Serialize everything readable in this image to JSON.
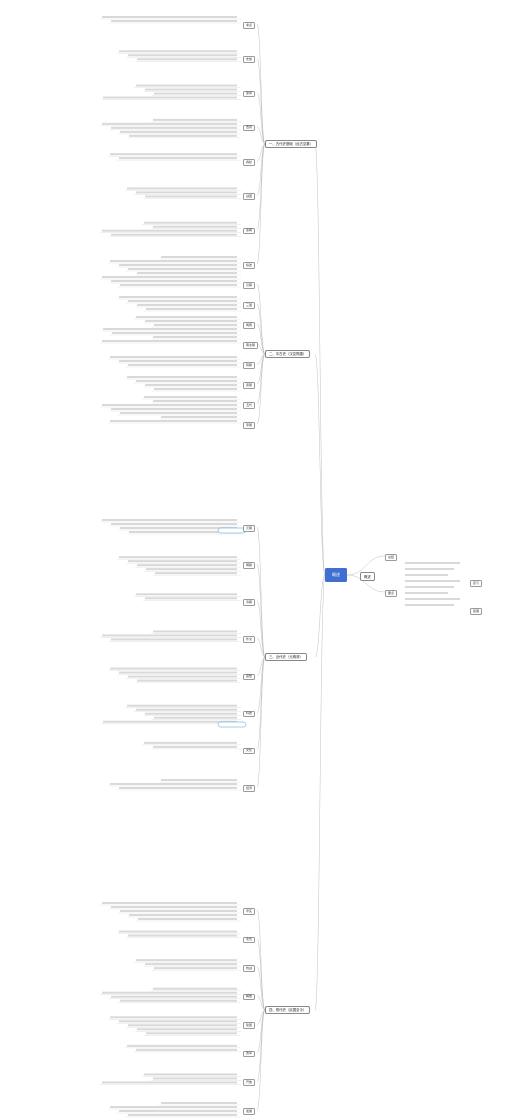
{
  "center": "概述",
  "subtitle": "概述",
  "branches": [
    {
      "title": "一、古代史基础（远古至秦）",
      "children": [
        "考点",
        "史前",
        "夏商",
        "西周",
        "春秋",
        "战国",
        "秦朝",
        "综述"
      ]
    },
    {
      "title": "二、中古史（汉至隋唐）",
      "children": [
        "汉朝",
        "三国",
        "两晋",
        "南北朝",
        "隋朝",
        "唐朝",
        "五代",
        "宋朝"
      ]
    },
    {
      "title": "三、近代史（元明清）",
      "children": [
        "元朝",
        "明朝",
        "清朝",
        "外交",
        "思想",
        "科技",
        "文化",
        "经济"
      ]
    },
    {
      "title": "四、现代史（民国至今）",
      "children": [
        "辛亥",
        "北伐",
        "抗战",
        "解放",
        "建国",
        "改革",
        "开放",
        "发展"
      ]
    }
  ],
  "right_notes": [
    "总结",
    "要点",
    "复习",
    "拓展"
  ],
  "colors": {
    "center": "#3f6fd1",
    "line": "#b0b0b0",
    "tag": "#3aa0d8"
  }
}
